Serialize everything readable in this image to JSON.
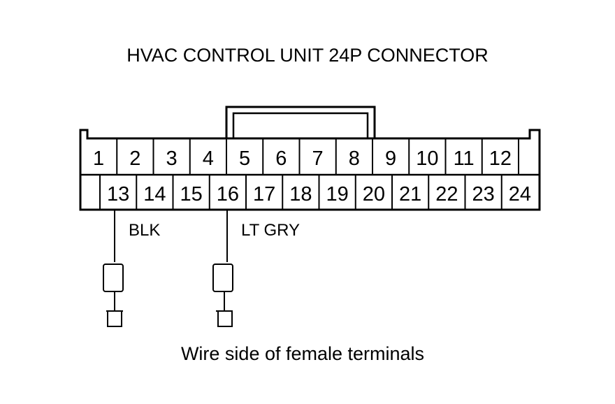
{
  "title": "HVAC CONTROL UNIT 24P CONNECTOR",
  "caption": "Wire side of female terminals",
  "connector": {
    "top_row": [
      "1",
      "2",
      "3",
      "4",
      "5",
      "6",
      "7",
      "8",
      "9",
      "10",
      "11",
      "12"
    ],
    "bottom_row": [
      "13",
      "14",
      "15",
      "16",
      "17",
      "18",
      "19",
      "20",
      "21",
      "22",
      "23",
      "24"
    ]
  },
  "wires": [
    {
      "terminal": "13",
      "color_label": "BLK"
    },
    {
      "terminal": "16",
      "color_label": "LT GRY"
    }
  ]
}
